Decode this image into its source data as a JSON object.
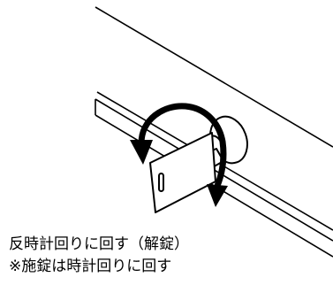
{
  "diagram": {
    "caption_line_1": "反時計回りに回す（解錠）",
    "caption_line_2": "※施錠は時計回りに回す",
    "colors": {
      "ink": "#000000",
      "paper": "#ffffff"
    },
    "icons": [
      "panel-edge-lines",
      "lock-cylinder",
      "key-icon",
      "counterclockwise-rotation-arrow-icon"
    ]
  }
}
